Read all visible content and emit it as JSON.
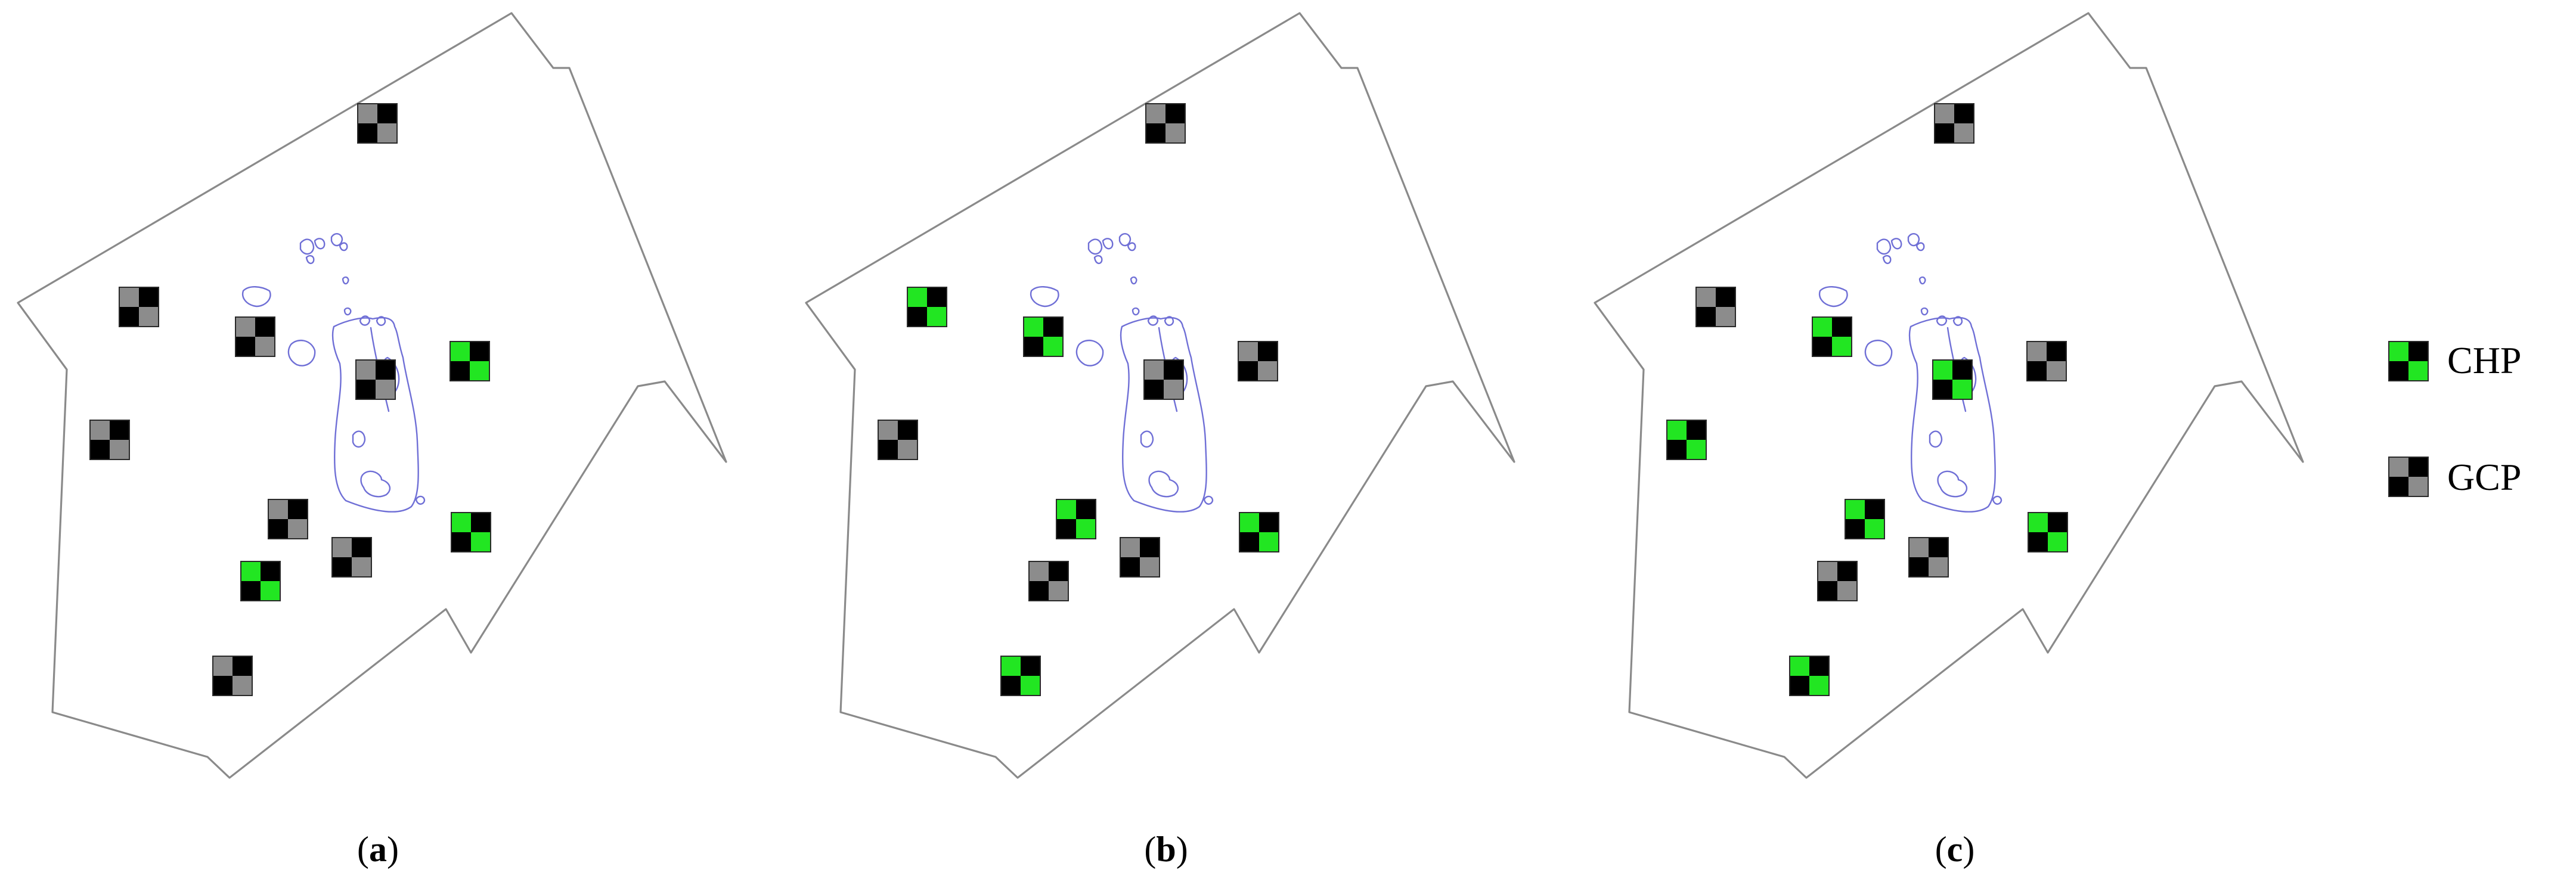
{
  "colors": {
    "chp": "#22e622",
    "gcp": "#8c8c8c",
    "dark": "#000000",
    "boundary": "#8a8a8a",
    "outline": "#6f6fd6"
  },
  "legend": {
    "chp_label": "CHP",
    "gcp_label": "GCP"
  },
  "panels": [
    {
      "caption_letter": "a",
      "points": [
        {
          "id": "p1",
          "type": "GCP"
        },
        {
          "id": "p2",
          "type": "GCP"
        },
        {
          "id": "p3",
          "type": "GCP"
        },
        {
          "id": "p4",
          "type": "CHP"
        },
        {
          "id": "p5",
          "type": "GCP"
        },
        {
          "id": "p6",
          "type": "GCP"
        },
        {
          "id": "p7",
          "type": "GCP"
        },
        {
          "id": "p8",
          "type": "CHP"
        },
        {
          "id": "p9",
          "type": "GCP"
        },
        {
          "id": "p10",
          "type": "CHP"
        },
        {
          "id": "p11",
          "type": "GCP"
        }
      ]
    },
    {
      "caption_letter": "b",
      "points": [
        {
          "id": "p1",
          "type": "GCP"
        },
        {
          "id": "p2",
          "type": "CHP"
        },
        {
          "id": "p3",
          "type": "CHP"
        },
        {
          "id": "p4",
          "type": "GCP"
        },
        {
          "id": "p5",
          "type": "GCP"
        },
        {
          "id": "p6",
          "type": "GCP"
        },
        {
          "id": "p7",
          "type": "CHP"
        },
        {
          "id": "p8",
          "type": "CHP"
        },
        {
          "id": "p9",
          "type": "GCP"
        },
        {
          "id": "p10",
          "type": "GCP"
        },
        {
          "id": "p11",
          "type": "CHP"
        }
      ]
    },
    {
      "caption_letter": "c",
      "points": [
        {
          "id": "p1",
          "type": "GCP"
        },
        {
          "id": "p2",
          "type": "GCP"
        },
        {
          "id": "p3",
          "type": "CHP"
        },
        {
          "id": "p4",
          "type": "GCP"
        },
        {
          "id": "p5",
          "type": "CHP"
        },
        {
          "id": "p6",
          "type": "CHP"
        },
        {
          "id": "p7",
          "type": "CHP"
        },
        {
          "id": "p8",
          "type": "CHP"
        },
        {
          "id": "p9",
          "type": "GCP"
        },
        {
          "id": "p10",
          "type": "GCP"
        },
        {
          "id": "p11",
          "type": "CHP"
        }
      ]
    }
  ]
}
